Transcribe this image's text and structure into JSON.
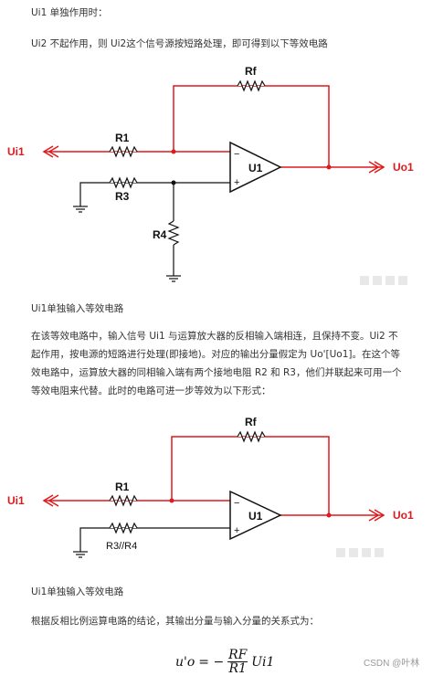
{
  "heading1": "Ui1 单独作用时：",
  "para1": "Ui2 不起作用，则 Ui2这个信号源按短路处理，即可得到以下等效电路",
  "circuit1": {
    "rf": "Rf",
    "r1": "R1",
    "r3": "R3",
    "r4": "R4",
    "amp": "U1",
    "minus": "−",
    "plus": "+",
    "input": "Ui1",
    "output": "Uo1"
  },
  "caption1": "Ui1单独输入等效电路",
  "para2": "在该等效电路中，输入信号 Ui1 与运算放大器的反相输入端相连，且保持不变。Ui2 不起作用，按电源的短路进行处理(即接地)。对应的输出分量假定为 Uo'[Uo1]。在这个等效电路中，运算放大器的同相输入端有两个接地电阻 R2 和 R3，他们并联起来可用一个等效电阻来代替。此时的电路可进一步等效为以下形式：",
  "circuit2": {
    "rf": "Rf",
    "r1": "R1",
    "r34": "R3//R4",
    "amp": "U1",
    "minus": "−",
    "plus": "+",
    "input": "Ui1",
    "output": "Uo1"
  },
  "caption2": "Ui1单独输入等效电路",
  "para3": "根据反相比例运算电路的结论，其输出分量与输入分量的关系式为：",
  "formula": {
    "lhs": "u'o",
    "eq": "= −",
    "num": "RF",
    "den": "R1",
    "rhs": "Ui1"
  },
  "watermark": "CSDN @叶林",
  "colors": {
    "wire_red": "#e0191b",
    "wire_black": "#111111",
    "text": "#333333"
  }
}
